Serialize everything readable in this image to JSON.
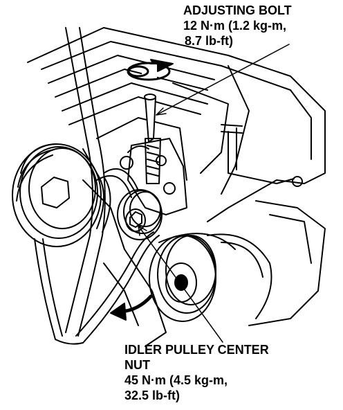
{
  "callouts": {
    "adjusting_bolt": {
      "title": "ADJUSTING BOLT",
      "torque_line1": "12 N·m (1.2 kg-m,",
      "torque_line2": "8.7 lb-ft)"
    },
    "idler_nut": {
      "title_line1": "IDLER PULLEY CENTER",
      "title_line2": "NUT",
      "torque_line1": "45 N·m (4.5 kg-m,",
      "torque_line2": "32.5 lb-ft)"
    }
  },
  "colors": {
    "ink": "#000000",
    "paper": "#ffffff"
  },
  "icons": [
    "tighten-arrow-icon",
    "belt-direction-arrow-icon"
  ]
}
